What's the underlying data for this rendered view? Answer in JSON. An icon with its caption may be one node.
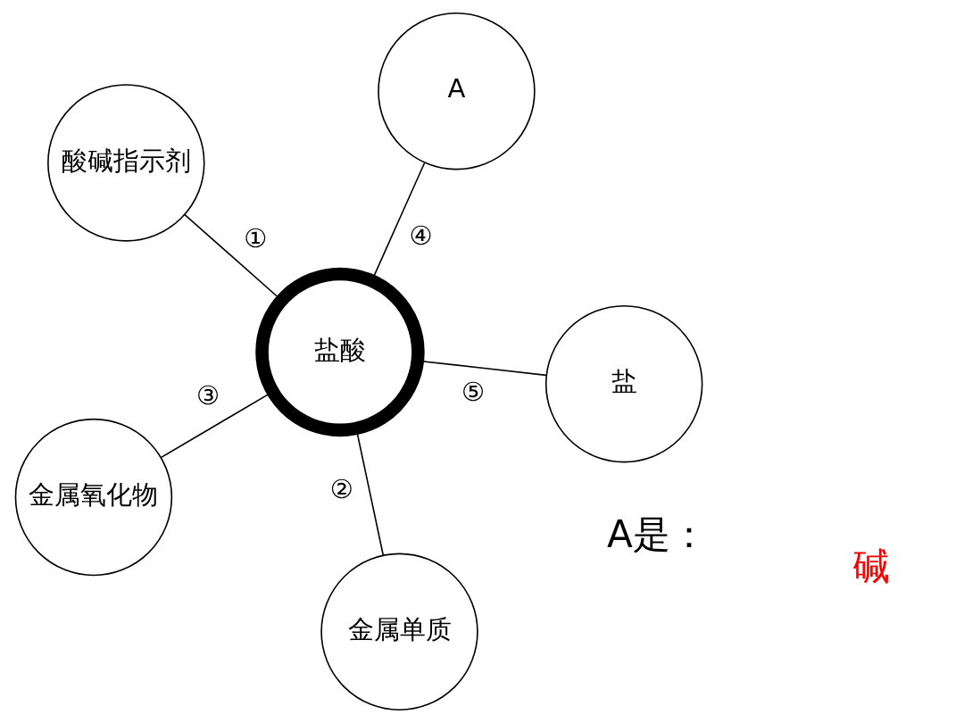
{
  "diagram": {
    "nodes": [
      {
        "text": [
          "酸碱指示剂"
        ]
      },
      {
        "text": [
          "盐"
        ]
      },
      {
        "text": [
          "金属单质"
        ]
      },
      {
        "text": [
          "盐酸"
        ]
      },
      {
        "text": [
          "A"
        ]
      },
      {
        "text": [
          "金属氧化物"
        ]
      }
    ],
    "edges": [
      {
        "from": 3,
        "to": 0,
        "arrow": "none",
        "label": "①"
      },
      {
        "from": 3,
        "to": 2,
        "arrow": "none",
        "label": "②"
      },
      {
        "from": 3,
        "to": 5,
        "arrow": "none",
        "label": "③"
      },
      {
        "from": 3,
        "to": 4,
        "arrow": "none",
        "label": "④"
      },
      {
        "from": 3,
        "to": 1,
        "arrow": "none",
        "label": "⑤"
      }
    ],
    "labels": [
      "A是：",
      "碱"
    ]
  }
}
